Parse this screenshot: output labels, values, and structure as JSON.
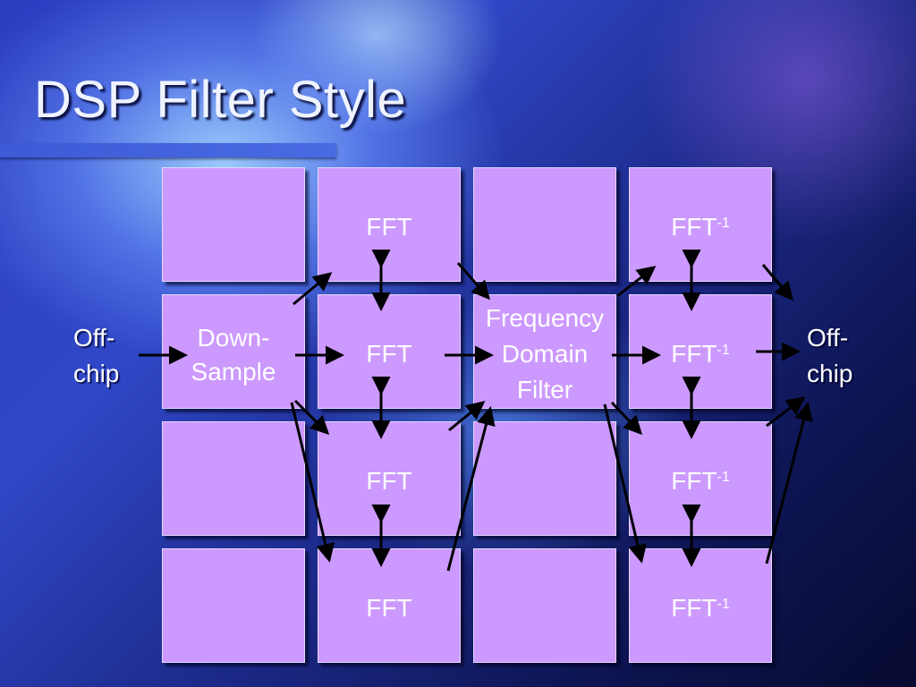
{
  "slide": {
    "title": "DSP Filter Style"
  },
  "diagram": {
    "off_chip_left": [
      "Off-",
      "chip"
    ],
    "off_chip_right": [
      "Off-",
      "chip"
    ],
    "downsample": [
      "Down-",
      "Sample"
    ],
    "fft": "FFT",
    "ifft": "FFT",
    "ifft_exponent": "-1",
    "filter": [
      "Frequency",
      "Domain",
      "Filter"
    ]
  }
}
